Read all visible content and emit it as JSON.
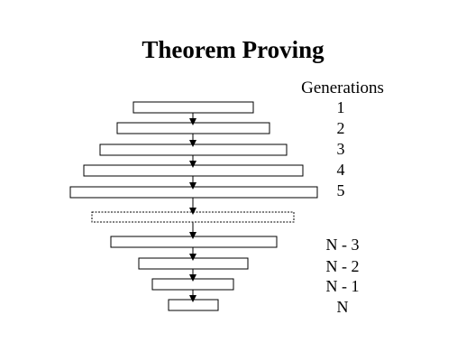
{
  "title": "Theorem Proving",
  "generations_header": "Generations",
  "generation_labels": [
    "1",
    "2",
    "3",
    "4",
    "5",
    "N - 3",
    "N - 2",
    "N - 1",
    "N"
  ],
  "colors": {
    "stroke": "#000000",
    "fill": "#ffffff",
    "text": "#000000"
  }
}
